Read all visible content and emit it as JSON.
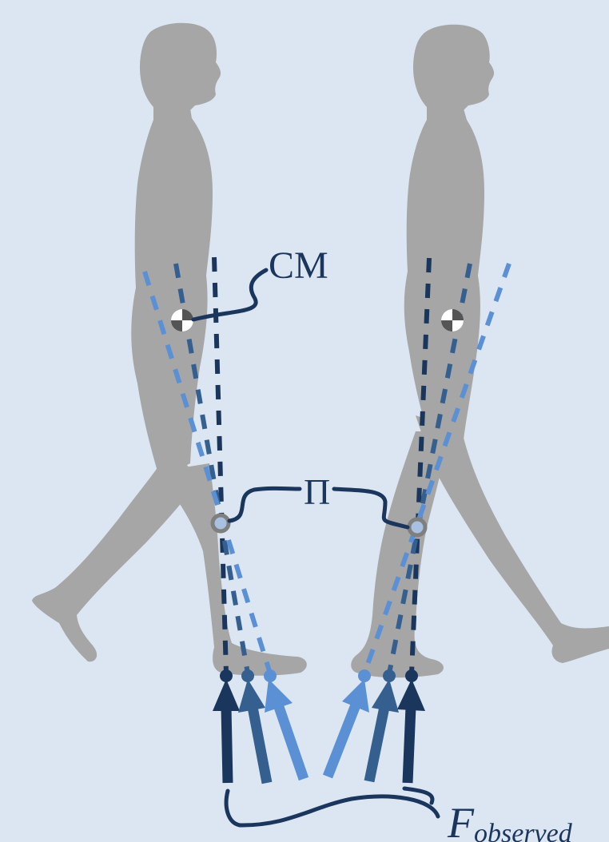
{
  "labels": {
    "cm": "CM",
    "pi": "Π",
    "force_main": "F",
    "force_sub": "observed"
  },
  "colors": {
    "background": "#dce6f2",
    "silhouette": "#a6a6a6",
    "dark_blue": "#1b365d",
    "mid_blue": "#345f8f",
    "light_blue": "#5b91d4",
    "cm_marker": "#555555",
    "pi_marker_ring": "#7f7f7f",
    "pi_marker_fill": "#a9c1e0"
  },
  "figures": [
    {
      "name": "left-walker",
      "cm_marker": "cm-marker",
      "pi_marker": "intersection-point"
    },
    {
      "name": "right-walker",
      "cm_marker": "cm-marker",
      "pi_marker": "intersection-point"
    }
  ]
}
